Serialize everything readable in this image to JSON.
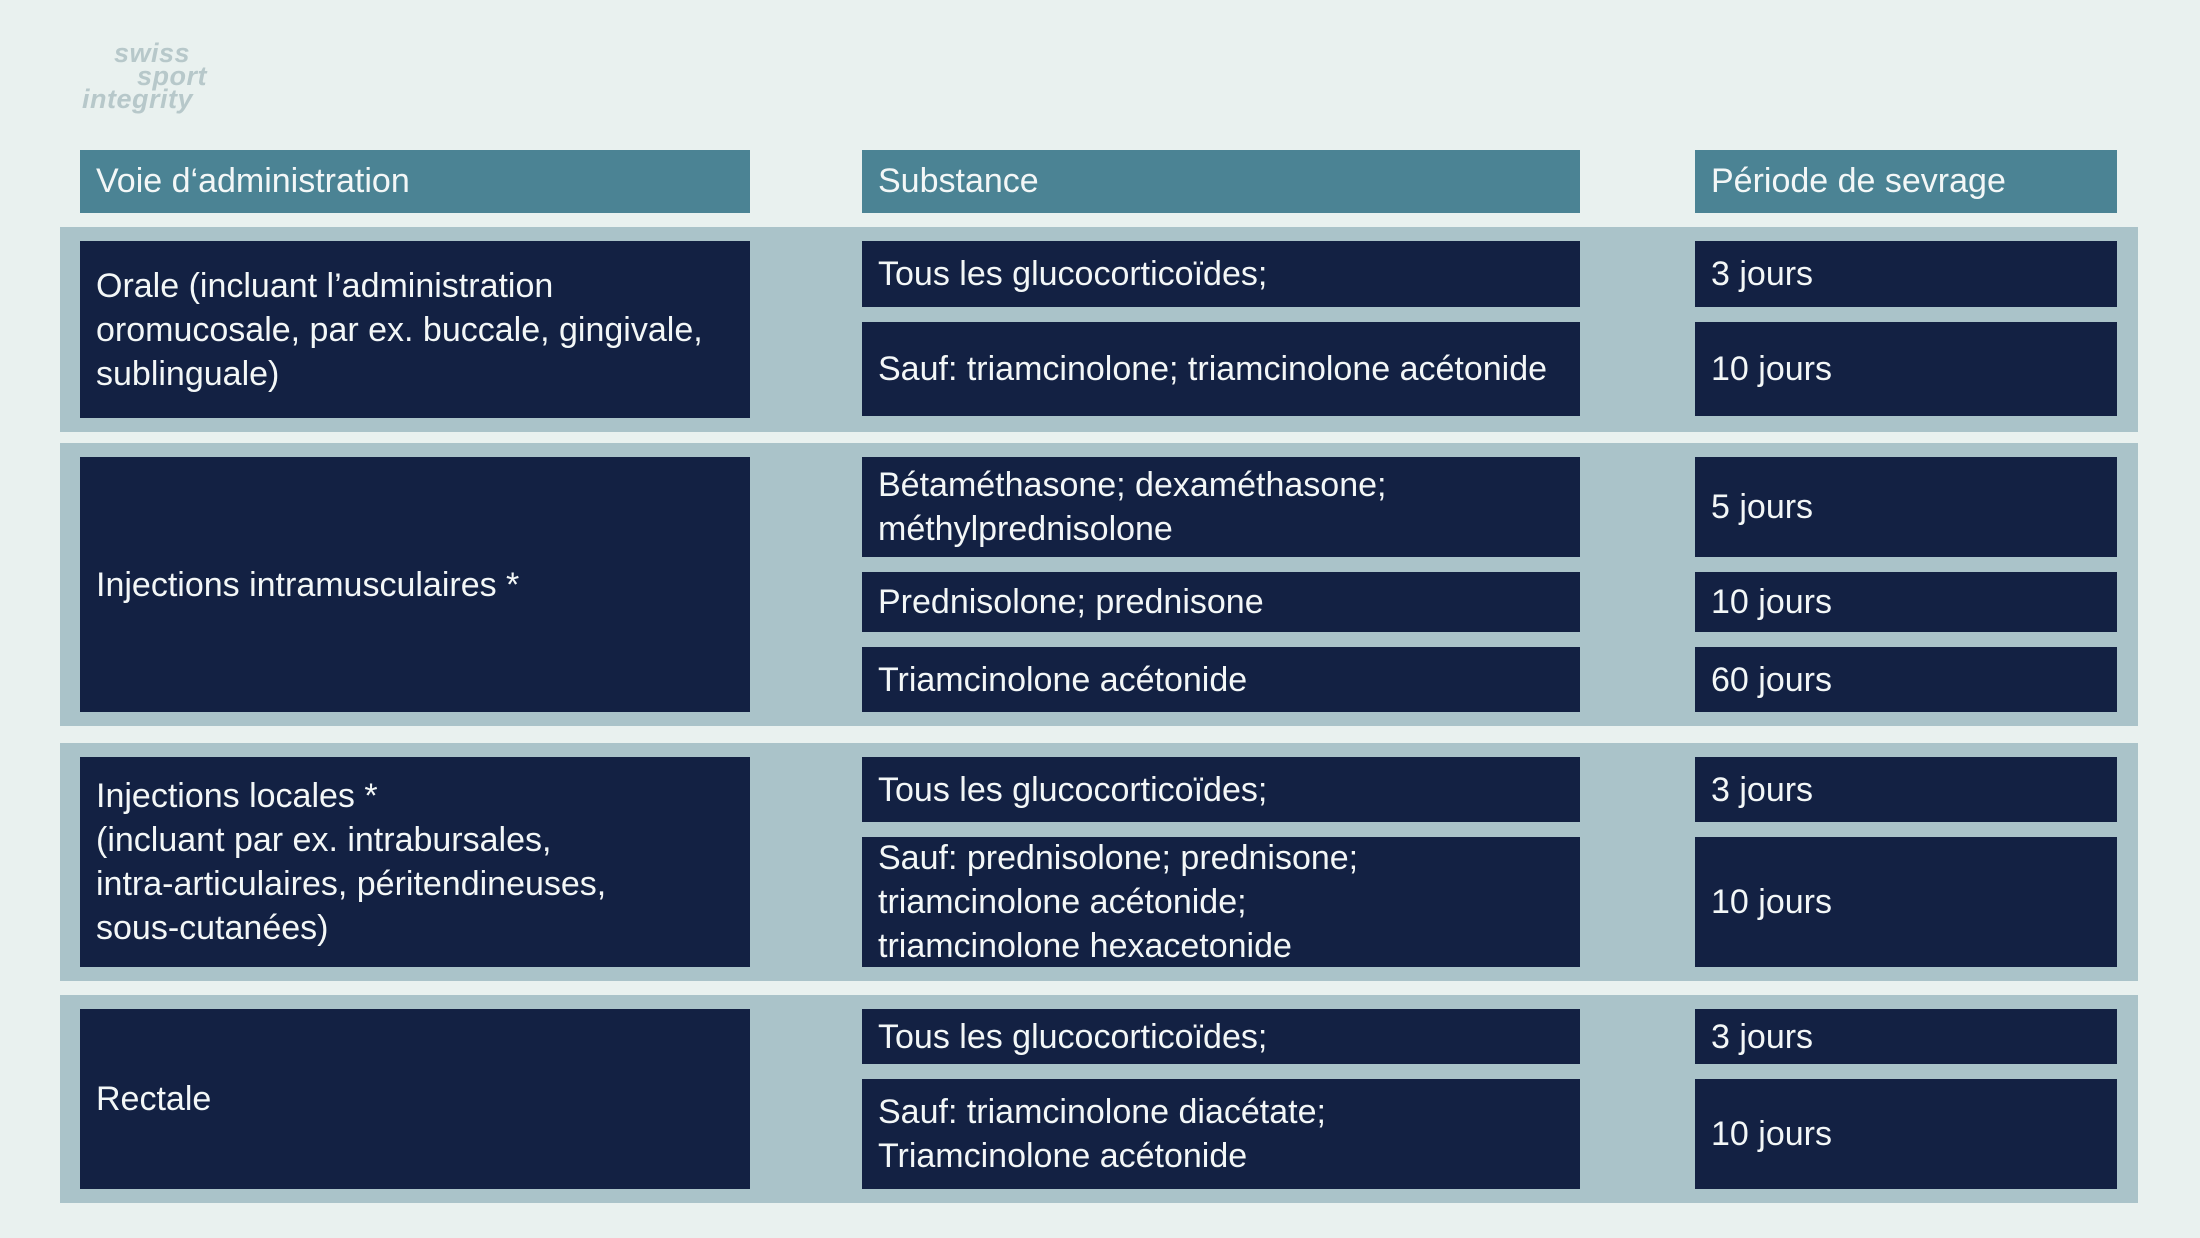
{
  "logo": {
    "lines": [
      "swiss",
      "sport",
      "integrity"
    ]
  },
  "columns": [
    {
      "label": "Voie d‘administration"
    },
    {
      "label": "Substance"
    },
    {
      "label": "Période de sevrage"
    }
  ],
  "rows": [
    {
      "route": "Orale (incluant l’administration\noromucosale, par ex. buccale, gingivale,\nsublinguale)",
      "pairs": [
        {
          "substance": "Tous les glucocorticoïdes;",
          "period": "3 jours"
        },
        {
          "substance": "Sauf: triamcinolone; triamcinolone acétonide",
          "period": "10 jours"
        }
      ]
    },
    {
      "route": "Injections intramusculaires *",
      "pairs": [
        {
          "substance": "Bétaméthasone; dexaméthasone;\nméthylprednisolone",
          "period": "5 jours"
        },
        {
          "substance": "Prednisolone; prednisone",
          "period": "10 jours"
        },
        {
          "substance": "Triamcinolone acétonide",
          "period": "60 jours"
        }
      ]
    },
    {
      "route": "Injections locales *\n(incluant par ex. intrabursales,\nintra-articulaires, péritendineuses,\nsous-cutanées)",
      "pairs": [
        {
          "substance": "Tous les glucocorticoïdes;",
          "period": "3 jours"
        },
        {
          "substance": "Sauf: prednisolone; prednisone;\ntriamcinolone acétonide;\ntriamcinolone hexacetonide",
          "period": "10 jours"
        }
      ]
    },
    {
      "route": "Rectale",
      "pairs": [
        {
          "substance": "Tous les glucocorticoïdes;",
          "period": "3 jours"
        },
        {
          "substance": "Sauf: triamcinolone diacétate;\nTriamcinolone acétonide",
          "period": "10 jours"
        }
      ]
    }
  ],
  "colors": {
    "page_background": "#e9f1ef",
    "header_teal": "#4b8394",
    "row_band": "#aac3c9",
    "cell_navy": "#132143",
    "text_light": "#f3f7f7",
    "logo_gray": "#b7c8ca"
  }
}
